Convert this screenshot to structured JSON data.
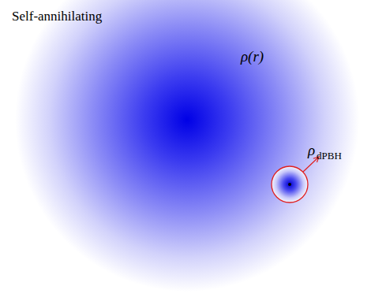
{
  "diagram": {
    "labels": [
      "Self-annihilating",
      "ρ(r)",
      "ρ",
      "dPBH"
    ]
  }
}
